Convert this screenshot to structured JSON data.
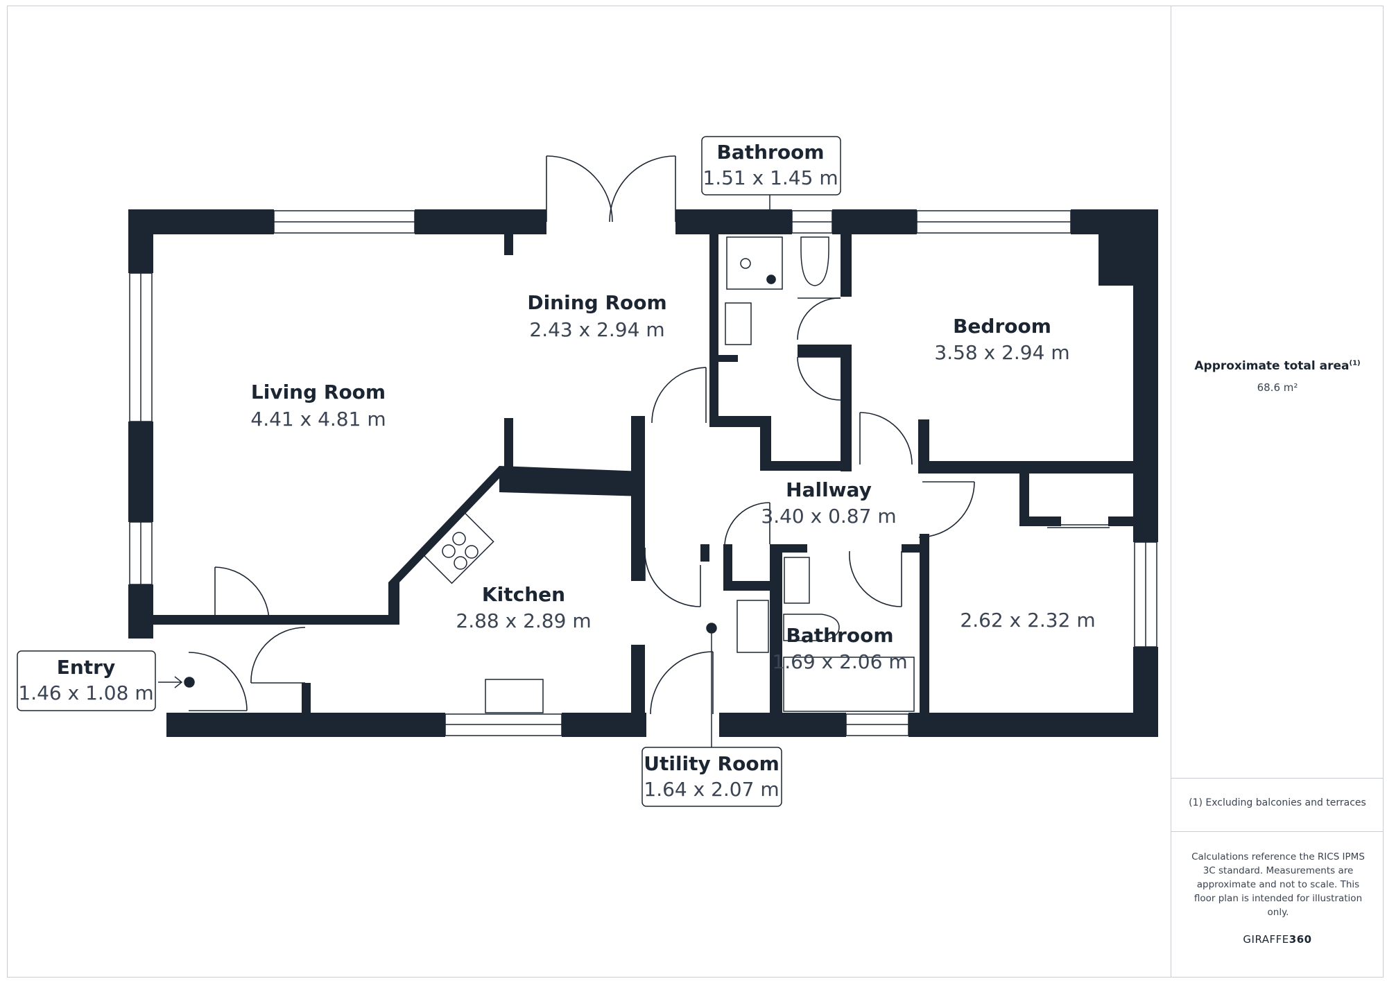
{
  "rooms": {
    "living_room": {
      "name": "Living Room",
      "dims": "4.41 x 4.81 m"
    },
    "dining_room": {
      "name": "Dining Room",
      "dims": "2.43 x 2.94 m"
    },
    "bathroom_top": {
      "name": "Bathroom",
      "dims": "1.51 x 1.45 m"
    },
    "bedroom": {
      "name": "Bedroom",
      "dims": "3.58 x 2.94 m"
    },
    "hallway": {
      "name": "Hallway",
      "dims": "3.40 x 0.87 m"
    },
    "kitchen": {
      "name": "Kitchen",
      "dims": "2.88 x 2.89 m"
    },
    "bathroom_bottom": {
      "name": "Bathroom",
      "dims": "1.69 x 2.06 m"
    },
    "bedroom_2": {
      "name": "",
      "dims": "2.62 x 2.32 m"
    },
    "entry": {
      "name": "Entry",
      "dims": "1.46 x 1.08 m"
    },
    "utility_room": {
      "name": "Utility Room",
      "dims": "1.64 x 2.07 m"
    }
  },
  "sidebar": {
    "area_title": "Approximate total area",
    "area_superscript": "(1)",
    "area_value": "68.6 m²",
    "footnote": "(1) Excluding balconies and terraces",
    "disclaimer": "Calculations reference the RICS IPMS 3C standard. Measurements are approximate and not to scale. This floor plan is intended for illustration only.",
    "brand_light": "GIRAFFE",
    "brand_bold": "360"
  },
  "colors": {
    "wall": "#1c2633",
    "text": "#1c2633",
    "dims": "#3a4452",
    "border": "#c9ccd1"
  }
}
